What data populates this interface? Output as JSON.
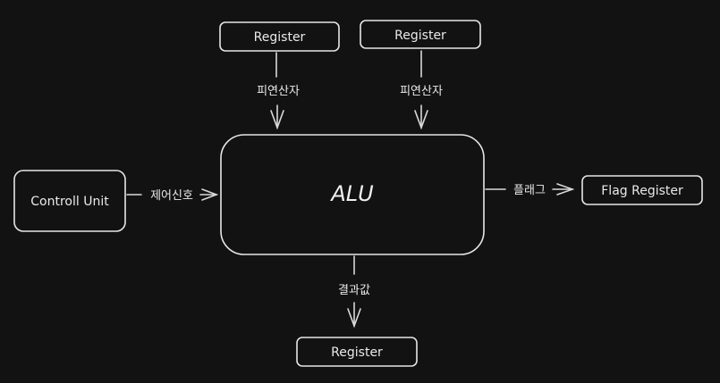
{
  "nodes": {
    "register_top_left": "Register",
    "register_top_right": "Register",
    "alu": "ALU",
    "control_unit": "Controll Unit",
    "flag_register": "Flag Register",
    "register_bottom": "Register"
  },
  "edges": {
    "operand_left": "피연산자",
    "operand_right": "피연산자",
    "control_signal": "제어신호",
    "flags": "플래그",
    "result": "결과값"
  },
  "colors": {
    "background": "#121212",
    "stroke": "#e6e6e6",
    "text": "#eaeaea"
  }
}
